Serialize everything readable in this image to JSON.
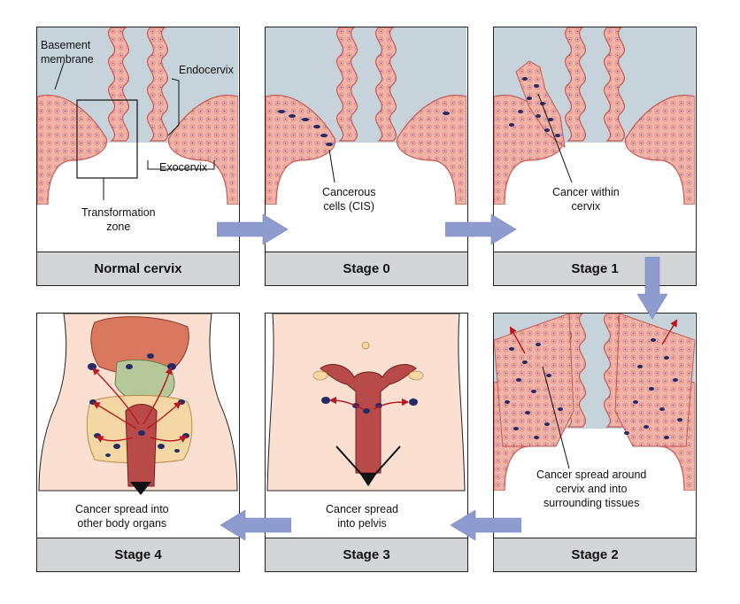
{
  "panels": {
    "normal": {
      "title": "Normal cervix",
      "basement": "Basement\nmembrane",
      "endocervix": "Endocervix",
      "exocervix": "Exocervix",
      "zone": "Transformation\nzone"
    },
    "stage0": {
      "title": "Stage 0",
      "label": "Cancerous\ncells (CIS)"
    },
    "stage1": {
      "title": "Stage 1",
      "label": "Cancer within\ncervix"
    },
    "stage2": {
      "title": "Stage 2",
      "label": "Cancer spread around\ncervix and into\nsurrounding tissues"
    },
    "stage3": {
      "title": "Stage 3",
      "label": "Cancer spread\ninto pelvis"
    },
    "stage4": {
      "title": "Stage 4",
      "label": "Cancer spread into\nother body organs"
    }
  },
  "colors": {
    "tissue": "#f2b3a8",
    "tissue_line": "#c55a55",
    "lumen": "#c7d3db",
    "cancer": "#232a66",
    "arrow": "#8e9bcf",
    "footer": "#d4d5d7",
    "spread_arrow": "#b8191e"
  }
}
